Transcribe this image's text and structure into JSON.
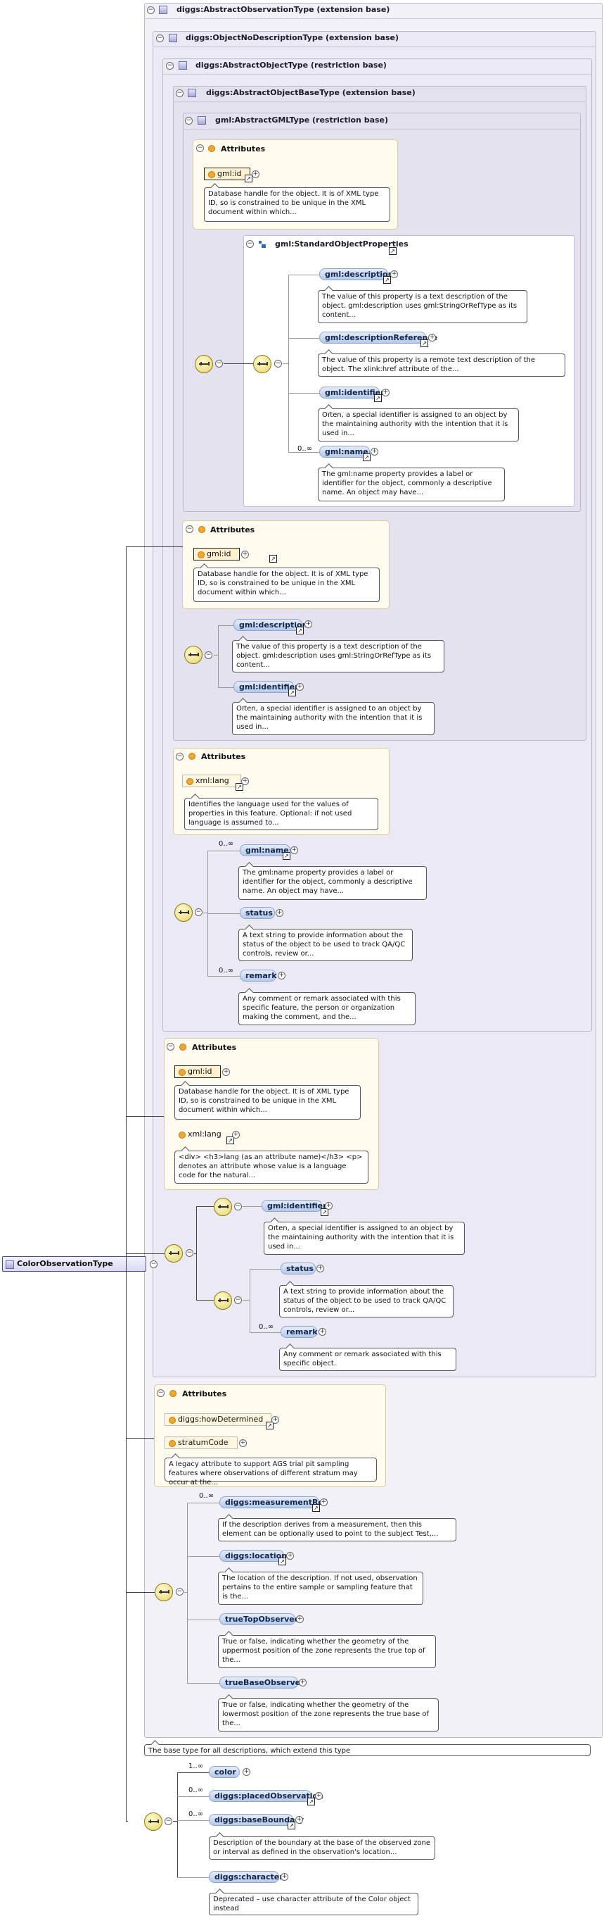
{
  "panels": {
    "abstract_observation": "diggs:AbstractObservationType (extension base)",
    "object_no_description": "diggs:ObjectNoDescriptionType (extension base)",
    "abstract_object": "diggs:AbstractObjectType (restriction base)",
    "abstract_object_base": "diggs:AbstractObjectBaseType (extension base)",
    "abstract_gml": "gml:AbstractGMLType (restriction base)",
    "standard_object_properties": "gml:StandardObjectProperties"
  },
  "labels": {
    "attributes": "Attributes"
  },
  "root": {
    "name": "ColorObservationType"
  },
  "elements": {
    "gml_id_1": {
      "name": "gml:id",
      "desc": "Database handle for the object. It is of XML type ID, so is constrained to be unique in the XML document within which..."
    },
    "gml_description_1": {
      "name": "gml:description",
      "desc": "The value of this property is a text description of the object. gml:description uses gml:StringOrRefType as its content..."
    },
    "gml_description_ref": {
      "name": "gml:descriptionReference",
      "desc": "The value of this property is a remote text description of the object. The xlink:href attribute of the..."
    },
    "gml_identifier_1": {
      "name": "gml:identifier",
      "desc": "Often, a special identifier is assigned to an object by the maintaining authority with the intention that it is used in..."
    },
    "gml_name_1": {
      "name": "gml:name",
      "occ": "0..∞",
      "desc": "The gml:name property provides a label or identifier for the object, commonly a descriptive name. An object may have..."
    },
    "gml_id_2": {
      "name": "gml:id",
      "desc": "Database handle for the object. It is of XML type ID, so is constrained to be unique in the XML document within which..."
    },
    "gml_description_2": {
      "name": "gml:description",
      "desc": "The value of this property is a text description of the object. gml:description uses gml:StringOrRefType as its content..."
    },
    "gml_identifier_2": {
      "name": "gml:identifier",
      "desc": "Often, a special identifier is assigned to an object by the maintaining authority with the intention that it is used in..."
    },
    "xml_lang_1": {
      "name": "xml:lang",
      "desc": "Identifies the language used for the values of properties in this feature. Optional: if not used language is assumed to..."
    },
    "gml_name_2": {
      "name": "gml:name",
      "occ": "0..∞",
      "desc": "The gml:name property provides a label or identifier for the object, commonly a descriptive name. An object may have..."
    },
    "status_1": {
      "name": "status",
      "desc": "A text string to provide information about the status of the object to be used to track QA/QC controls, review or..."
    },
    "remark_1": {
      "name": "remark",
      "occ": "0..∞",
      "desc": "Any comment or remark associated with this specific feature, the person or organization making the comment, and the..."
    },
    "gml_id_3": {
      "name": "gml:id",
      "desc": "Database handle for the object. It is of XML type ID, so is constrained to be unique in the XML document within which..."
    },
    "xml_lang_2": {
      "name": "xml:lang",
      "desc": "<div> <h3>lang (as an attribute name)</h3> <p> denotes an attribute whose value is a language code for the natural..."
    },
    "gml_identifier_3": {
      "name": "gml:identifier",
      "desc": "Often, a special identifier is assigned to an object by the maintaining authority with the intention that it is used in..."
    },
    "status_2": {
      "name": "status",
      "desc": "A text string to provide information about the status of the object to be used to track QA/QC controls, review or..."
    },
    "remark_2": {
      "name": "remark",
      "occ": "0..∞",
      "desc": "Any comment or remark associated with this specific object."
    },
    "diggs_how_determined": {
      "name": "diggs:howDetermined"
    },
    "stratum_code": {
      "name": "stratumCode",
      "desc": "A legacy attribute to support AGS trial pit sampling features where observations of different stratum may occur at the..."
    },
    "measurement_ref": {
      "name": "diggs:measurementRef",
      "occ": "0..∞",
      "desc": "If the description derives from a measurement, then this element can be optionally used to point to the subject Test,..."
    },
    "location": {
      "name": "diggs:location",
      "desc": "The location of the description. If not used, observation pertains to the entire sample or sampling feature that is the..."
    },
    "true_top": {
      "name": "trueTopObserved",
      "desc": "True or false, indicating whether the geometry of the uppermost position of the zone represents the true top of the..."
    },
    "true_base": {
      "name": "trueBaseObserved",
      "desc": "True or false, indicating whether the geometry of the lowermost position of the zone represents the true base of the..."
    },
    "color": {
      "name": "color",
      "occ": "1..∞"
    },
    "placed_observation": {
      "name": "diggs:placedObservation",
      "occ": "0..∞"
    },
    "base_boundary": {
      "name": "diggs:baseBoundary",
      "occ": "0..∞",
      "desc": "Description of the boundary at the base of the observed zone or interval as defined in the observation's location..."
    },
    "character": {
      "name": "diggs:character",
      "desc": "Deprecated – use character attribute of the Color object instead"
    }
  },
  "base_note": "The base type for all descriptions, which extend this type"
}
